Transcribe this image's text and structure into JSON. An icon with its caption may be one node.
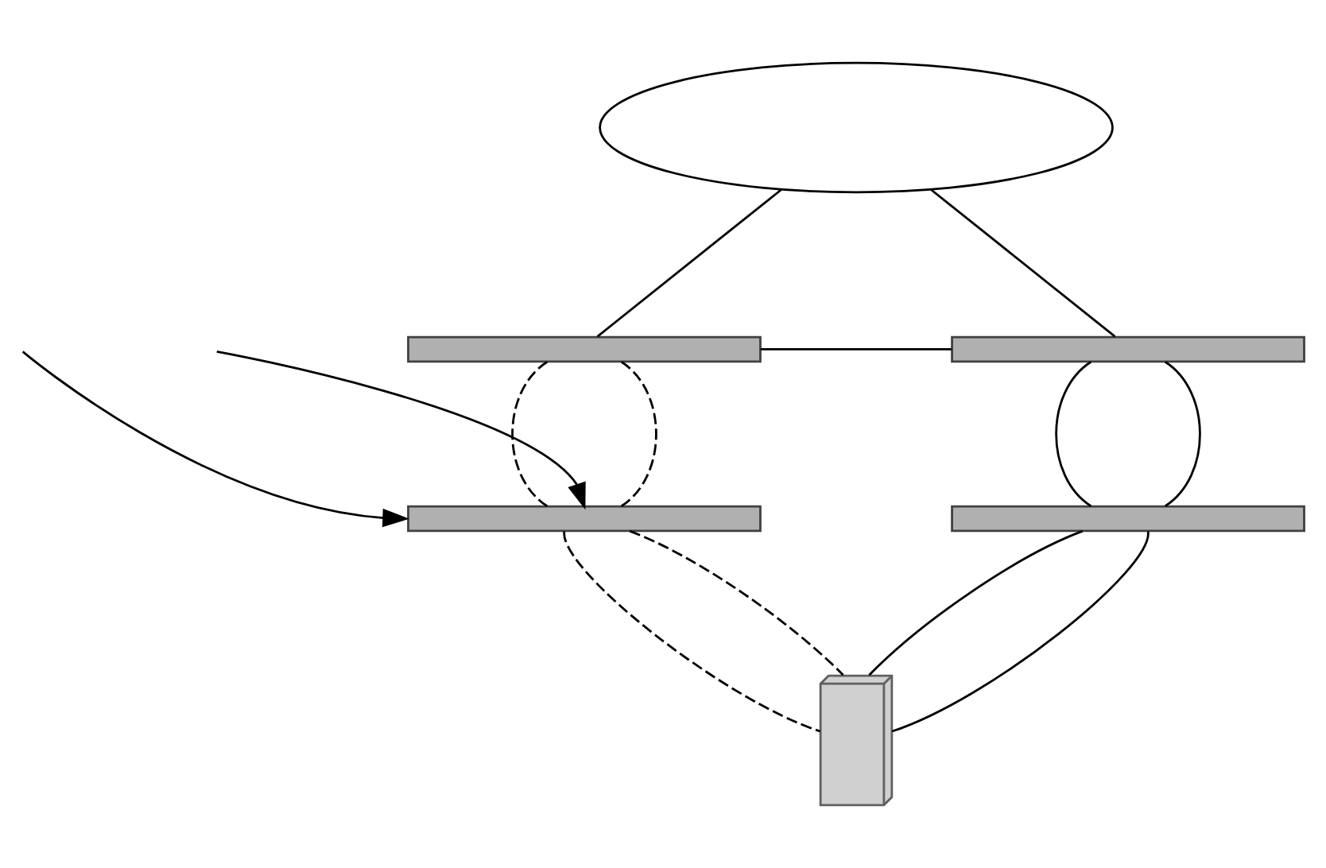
{
  "diagram": {
    "nodes": [
      {
        "text": [],
        "shape": "ellipse"
      },
      {
        "text": [],
        "shape": "switch"
      },
      {
        "text": [],
        "shape": "switch"
      },
      {
        "text": [],
        "shape": "switch"
      },
      {
        "text": [],
        "shape": "switch"
      },
      {
        "text": [],
        "shape": "server"
      }
    ],
    "edges": [
      {
        "from": 0,
        "to": 1,
        "arrow": "none"
      },
      {
        "from": 0,
        "to": 2,
        "arrow": "none"
      },
      {
        "from": 1,
        "to": 2,
        "arrow": "none"
      },
      {
        "from": 1,
        "to": 3,
        "arrow": "none",
        "style": "dashed"
      },
      {
        "from": 1,
        "to": 3,
        "arrow": "none",
        "style": "dashed"
      },
      {
        "from": 2,
        "to": 4,
        "arrow": "none"
      },
      {
        "from": 2,
        "to": 4,
        "arrow": "none"
      },
      {
        "from": null,
        "to": 3,
        "arrow": "to"
      },
      {
        "from": null,
        "to": 3,
        "arrow": "to"
      },
      {
        "from": 3,
        "to": 5,
        "arrow": "none",
        "style": "dashed"
      },
      {
        "from": 3,
        "to": 5,
        "arrow": "none",
        "style": "dashed"
      },
      {
        "from": 4,
        "to": 5,
        "arrow": "none"
      },
      {
        "from": 4,
        "to": 5,
        "arrow": "none"
      }
    ]
  }
}
